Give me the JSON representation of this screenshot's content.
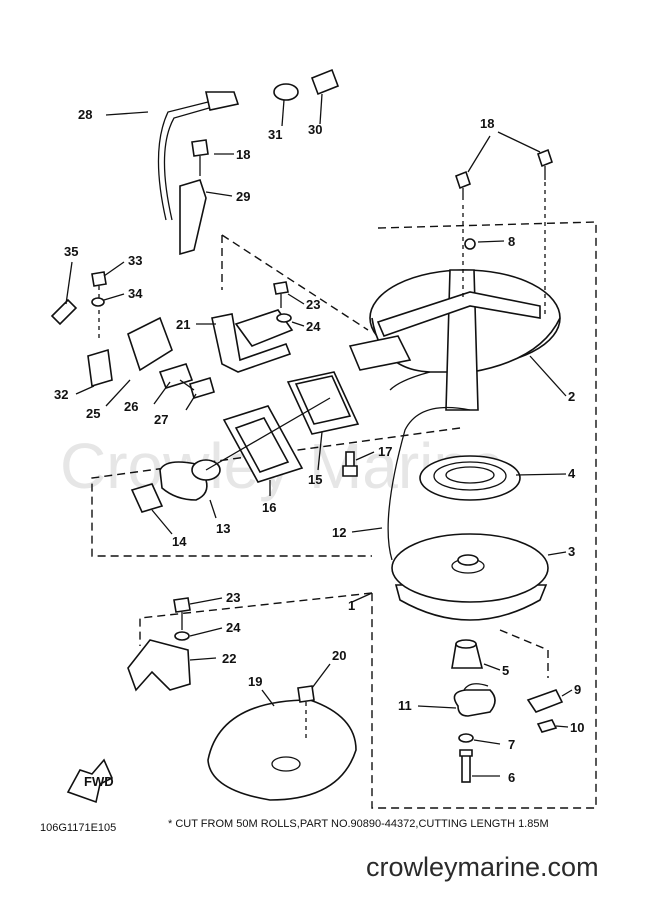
{
  "watermark": "Crowley Marine",
  "part_labels": [
    {
      "id": "n1",
      "text": "1"
    },
    {
      "id": "n2",
      "text": "2"
    },
    {
      "id": "n3",
      "text": "3"
    },
    {
      "id": "n4",
      "text": "4"
    },
    {
      "id": "n5",
      "text": "5"
    },
    {
      "id": "n6",
      "text": "6"
    },
    {
      "id": "n7",
      "text": "7"
    },
    {
      "id": "n8",
      "text": "8"
    },
    {
      "id": "n9",
      "text": "9"
    },
    {
      "id": "n10",
      "text": "10"
    },
    {
      "id": "n11",
      "text": "11"
    },
    {
      "id": "n12",
      "text": "12"
    },
    {
      "id": "n13",
      "text": "13"
    },
    {
      "id": "n14",
      "text": "14"
    },
    {
      "id": "n15",
      "text": "15"
    },
    {
      "id": "n16",
      "text": "16"
    },
    {
      "id": "n17",
      "text": "17"
    },
    {
      "id": "n18a",
      "text": "18"
    },
    {
      "id": "n18b",
      "text": "18"
    },
    {
      "id": "n19",
      "text": "19"
    },
    {
      "id": "n20",
      "text": "20"
    },
    {
      "id": "n21",
      "text": "21"
    },
    {
      "id": "n22",
      "text": "22"
    },
    {
      "id": "n23a",
      "text": "23"
    },
    {
      "id": "n23b",
      "text": "23"
    },
    {
      "id": "n24a",
      "text": "24"
    },
    {
      "id": "n24b",
      "text": "24"
    },
    {
      "id": "n25",
      "text": "25"
    },
    {
      "id": "n26",
      "text": "26"
    },
    {
      "id": "n27",
      "text": "27"
    },
    {
      "id": "n28",
      "text": "28"
    },
    {
      "id": "n29",
      "text": "29"
    },
    {
      "id": "n30",
      "text": "30"
    },
    {
      "id": "n31",
      "text": "31"
    },
    {
      "id": "n32",
      "text": "32"
    },
    {
      "id": "n33",
      "text": "33"
    },
    {
      "id": "n34",
      "text": "34"
    },
    {
      "id": "n35",
      "text": "35"
    }
  ],
  "fwd_label": "FWD",
  "diagram_code": "106G1171E105",
  "footnote": "* CUT FROM 50M ROLLS,PART NO.90890-44372,CUTTING LENGTH 1.85M",
  "website": "crowleymarine.com"
}
